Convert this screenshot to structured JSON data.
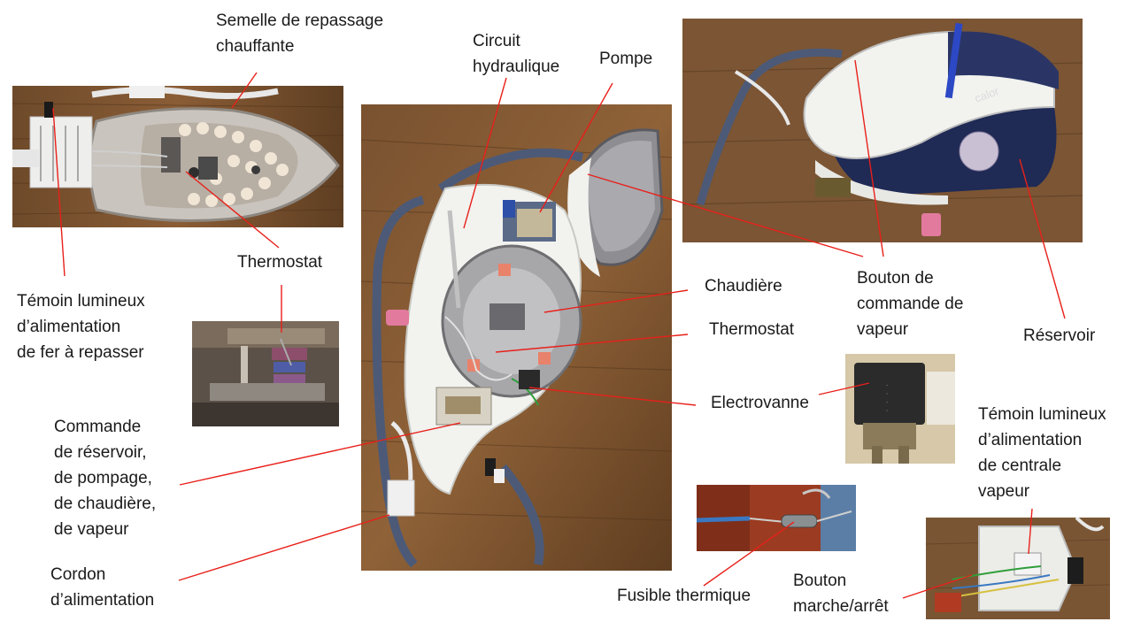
{
  "labels": {
    "semelle": "Semelle de repassage\nchauffante",
    "circuit": "Circuit\nhydraulique",
    "pompe": "Pompe",
    "thermostat_left": "Thermostat",
    "temoin_fer": "Témoin lumineux\nd’alimentation\nde fer à repasser",
    "chaudiere": "Chaudière",
    "thermostat_center": "Thermostat",
    "bouton_vapeur": "Bouton de\ncommande de\nvapeur",
    "reservoir": "Réservoir",
    "electrovanne": "Electrovanne",
    "commande": "Commande\nde réservoir,\nde pompage,\nde chaudière,\nde vapeur",
    "cordon": "Cordon\nd’alimentation",
    "temoin_centrale": "Témoin lumineux\nd’alimentation\nde centrale\nvapeur",
    "fusible": "Fusible thermique",
    "bouton_marche": "Bouton\nmarche/arrêt"
  },
  "photo_texts": {
    "brand": "calor"
  },
  "colors": {
    "leader": "#e8201a",
    "wood": "#6b4a2c",
    "wood_dark": "#4a3019",
    "navy": "#1f2a55",
    "white_plastic": "#f2f2ef",
    "hose_blue": "#4c5a78"
  }
}
